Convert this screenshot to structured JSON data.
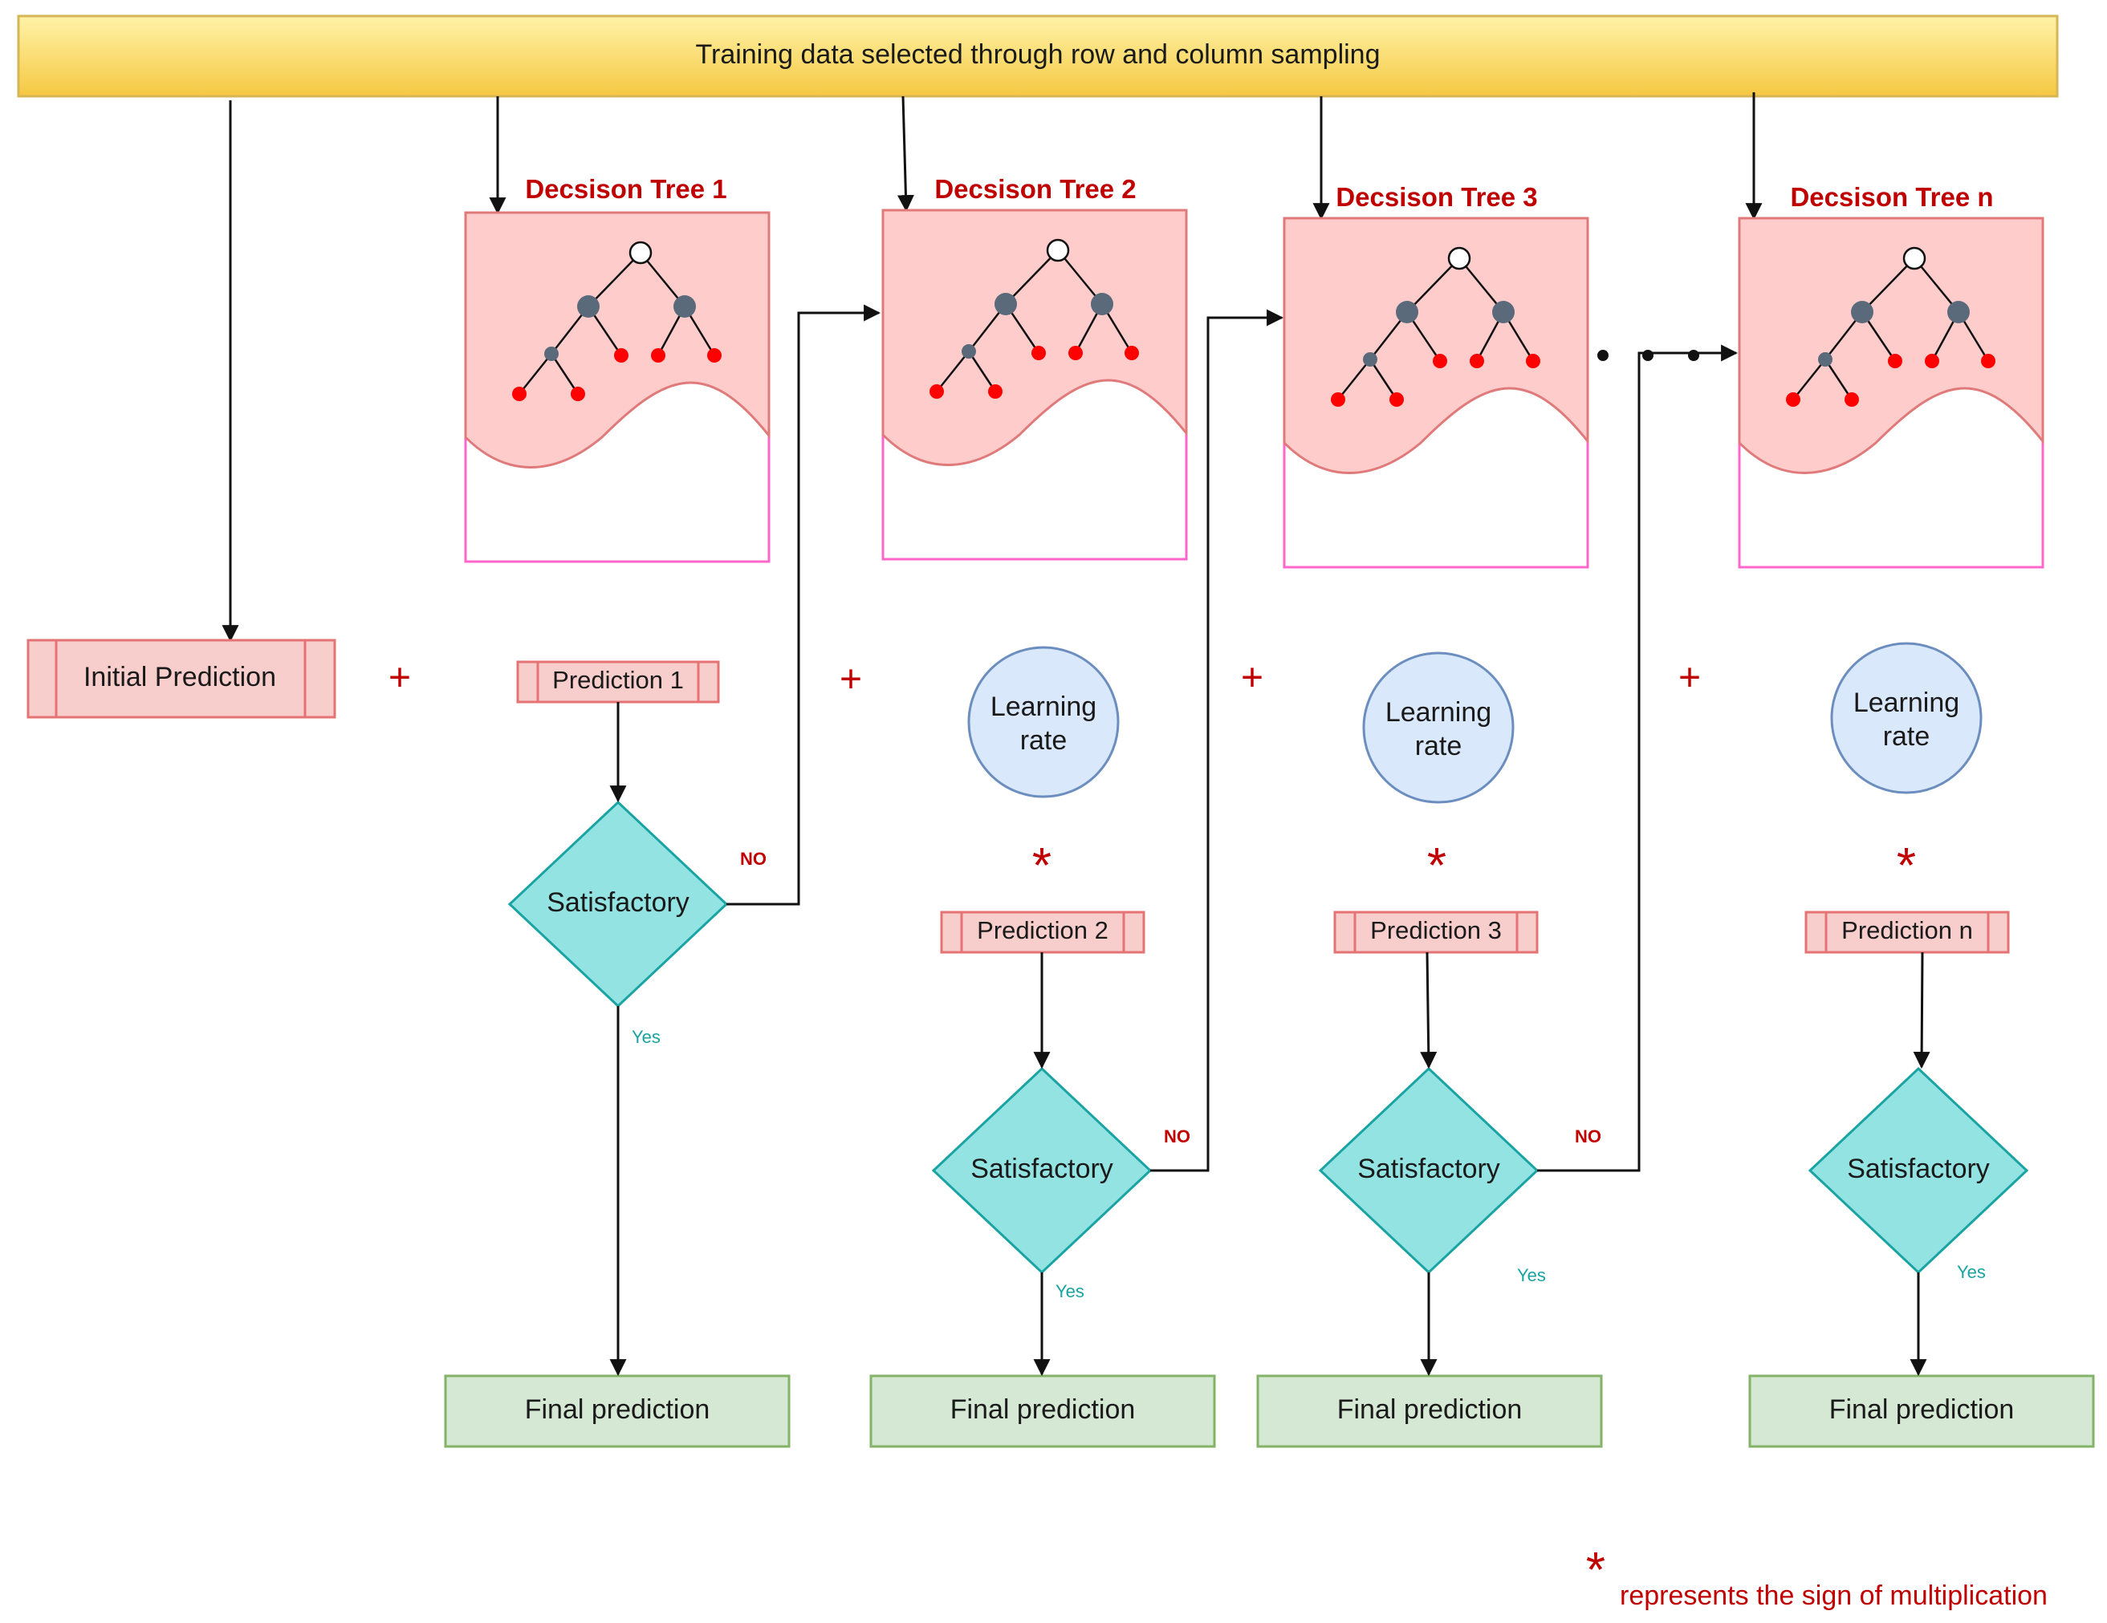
{
  "banner": {
    "text": "Training data selected through row and column sampling"
  },
  "initial_prediction": "Initial Prediction",
  "plus_sign": "+",
  "multiply_sign": "*",
  "trees": [
    {
      "title": "Decsison Tree 1",
      "prediction": "Prediction 1",
      "decision": "Satisfactory",
      "no_label": "NO",
      "yes_label": "Yes",
      "final": "Final prediction"
    },
    {
      "title": "Decsison Tree 2",
      "learning_rate": "Learning rate",
      "prediction": "Prediction 2",
      "decision": "Satisfactory",
      "no_label": "NO",
      "yes_label": "Yes",
      "final": "Final prediction"
    },
    {
      "title": "Decsison Tree 3",
      "learning_rate": "Learning rate",
      "prediction": "Prediction 3",
      "decision": "Satisfactory",
      "no_label": "NO",
      "yes_label": "Yes",
      "final": "Final prediction"
    },
    {
      "title": "Decsison Tree n",
      "learning_rate": "Learning rate",
      "prediction": "Prediction n",
      "decision": "Satisfactory",
      "yes_label": "Yes",
      "final": "Final prediction"
    }
  ],
  "legend": {
    "symbol": "*",
    "text": "represents the sign of multiplication"
  },
  "colors": {
    "banner_top": "#fff3a8",
    "banner_bottom": "#f5c842",
    "tree_fill": "#ffcccc",
    "tree_border": "#ff66cc",
    "node_gray": "#5a6a7a",
    "leaf_red": "#ff0000",
    "prediction_fill": "#f8cecc",
    "prediction_border": "#e57373",
    "decision_fill": "#93e3e3",
    "decision_border": "#1aa3a3",
    "final_fill": "#d5e8d4",
    "final_border": "#82b366",
    "learning_fill": "#dae8fc",
    "learning_border": "#6c8ebf",
    "accent_red": "#c00000"
  }
}
